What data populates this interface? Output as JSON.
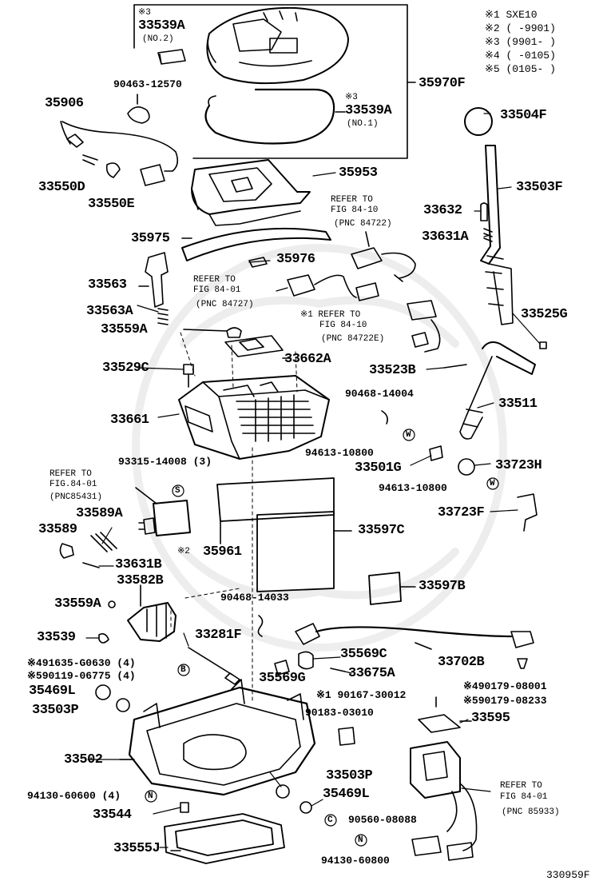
{
  "diagram": {
    "legend": [
      "※1 SXE10",
      "※2 (      -9901)",
      "※3 (9901-      )",
      "※4 (    -0105)",
      "※5 (0105-    )"
    ],
    "footer_code": "330959F",
    "parts": {
      "p33539a_top": "33539A",
      "p33539a_top_note": "※3",
      "p33539a_top_sub": "(NO.2)",
      "p33539a_bot": "33539A",
      "p33539a_bot_note": "※3",
      "p33539a_bot_sub": "(NO.1)",
      "p35970f": "35970F",
      "p90463": "90463-12570",
      "p35906": "35906",
      "p33550d": "33550D",
      "p33550e": "33550E",
      "p35953": "35953",
      "p35975": "35975",
      "p35976": "35976",
      "p33563": "33563",
      "p33563a": "33563A",
      "p33559a_top": "33559A",
      "p33662a": "33662A",
      "p33529c": "33529C",
      "p33661": "33661",
      "p93315": "93315-14008 (3)",
      "p33589a": "33589A",
      "p33589": "33589",
      "p33631b": "33631B",
      "p35961": "35961",
      "p35961_note": "※2",
      "p33582b": "33582B",
      "p33559a_bot": "33559A",
      "p33539": "33539",
      "p91635": "※491635-G0630 (4)",
      "p90119": "※590119-06775 (4)",
      "p35469l_left": "35469L",
      "p33503p_left": "33503P",
      "p33502": "33502",
      "p94130_left": "94130-60600 (4)",
      "p33544": "33544",
      "p33555j": "33555J",
      "p33504f": "33504F",
      "p33503f": "33503F",
      "p33632": "33632",
      "p33631a": "33631A",
      "p33525g": "33525G",
      "p33523b": "33523B",
      "p90468_14004": "90468-14004",
      "p33511": "33511",
      "p94613_a": "94613-10800",
      "p33501g": "33501G",
      "p33723h": "33723H",
      "p94613_b": "94613-10800",
      "p33723f": "33723F",
      "p33597c": "33597C",
      "p33597b": "33597B",
      "p90468_14033": "90468-14033",
      "p33281f": "33281F",
      "p35569c": "35569C",
      "p35569g": "35569G",
      "p33675a": "33675A",
      "p33702b": "33702B",
      "p90179_08001": "※490179-08001",
      "p90179_08233": "※590179-08233",
      "p90167": "※1 90167-30012",
      "p90183": "90183-03010",
      "p33595": "33595",
      "p33503p_right": "33503P",
      "p35469l_right": "35469L",
      "p90560": "90560-08088",
      "p94130_right": "94130-60800"
    },
    "refs": {
      "r84722_a": "REFER TO",
      "r84722_b": "FIG 84-10",
      "r84722_c": "(PNC 84722)",
      "r84727_a": "REFER TO",
      "r84727_b": "FIG 84-01",
      "r84727_c": "(PNC 84727)",
      "r84722e_a": "※1 REFER TO",
      "r84722e_b": "FIG 84-10",
      "r84722e_c": "(PNC 84722E)",
      "r85431_a": "REFER TO",
      "r85431_b": "FIG.84-01",
      "r85431_c": "(PNC85431)",
      "r85933_a": "REFER TO",
      "r85933_b": "FIG 84-01",
      "r85933_c": "(PNC 85933)"
    },
    "marks": {
      "S": "S",
      "W": "W",
      "B": "B",
      "N": "N",
      "C": "C"
    }
  }
}
